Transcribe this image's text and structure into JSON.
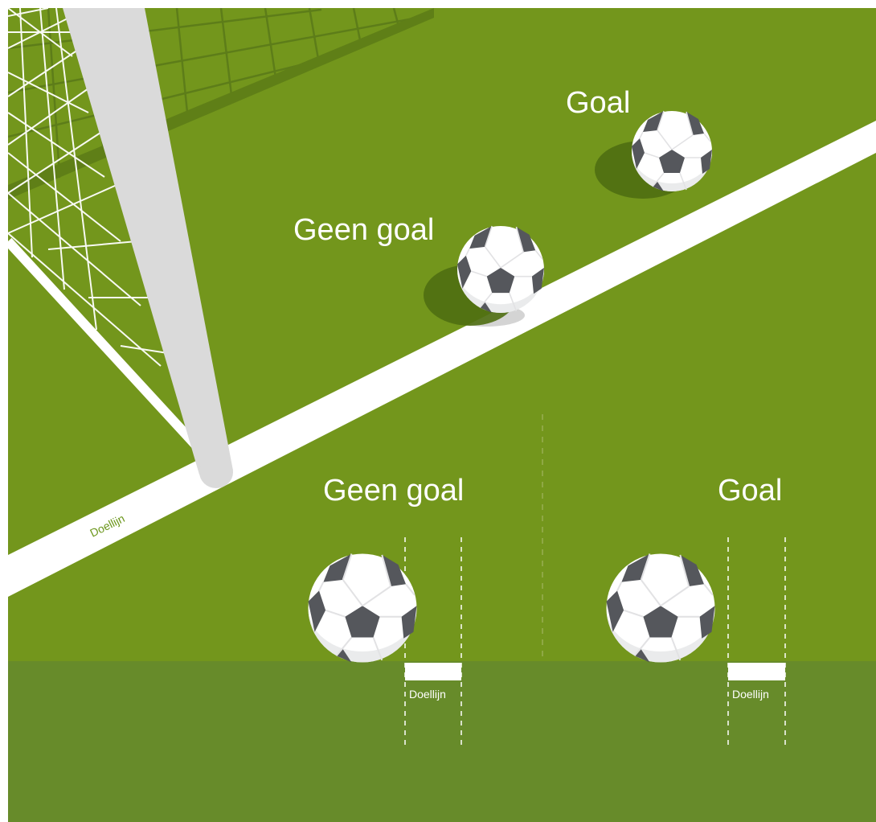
{
  "labels": {
    "top_goal": "Goal",
    "top_no_goal": "Geen goal",
    "bottom_no_goal": "Geen goal",
    "bottom_goal": "Goal",
    "goal_line_main": "Doellijn",
    "goal_line_left": "Doellijn",
    "goal_line_right": "Doellijn"
  },
  "colors": {
    "grass": "#73961c",
    "grass_dark": "#678b2a",
    "line": "#ffffff",
    "post": "#dadada",
    "shadow": "#4f6e12",
    "ball_dark": "#55575c"
  },
  "icons": [
    "soccer-ball-icon",
    "goal-post-icon",
    "net-icon"
  ]
}
